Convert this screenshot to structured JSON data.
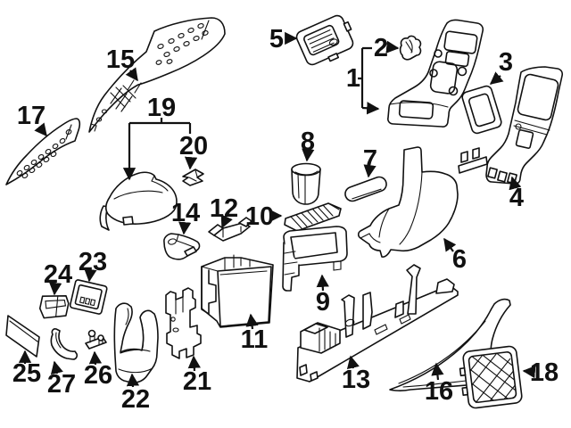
{
  "diagram": {
    "kind": "exploded-parts-line-diagram",
    "background_color": "#ffffff",
    "line_color": "#111111",
    "callouts": [
      {
        "label": "1"
      },
      {
        "label": "2"
      },
      {
        "label": "3"
      },
      {
        "label": "4"
      },
      {
        "label": "5"
      },
      {
        "label": "6"
      },
      {
        "label": "7"
      },
      {
        "label": "8"
      },
      {
        "label": "9"
      },
      {
        "label": "10"
      },
      {
        "label": "11"
      },
      {
        "label": "12"
      },
      {
        "label": "13"
      },
      {
        "label": "14"
      },
      {
        "label": "15"
      },
      {
        "label": "16"
      },
      {
        "label": "17"
      },
      {
        "label": "18"
      },
      {
        "label": "19"
      },
      {
        "label": "20"
      },
      {
        "label": "21"
      },
      {
        "label": "22"
      },
      {
        "label": "23"
      },
      {
        "label": "24"
      },
      {
        "label": "25"
      },
      {
        "label": "26"
      },
      {
        "label": "27"
      }
    ]
  }
}
